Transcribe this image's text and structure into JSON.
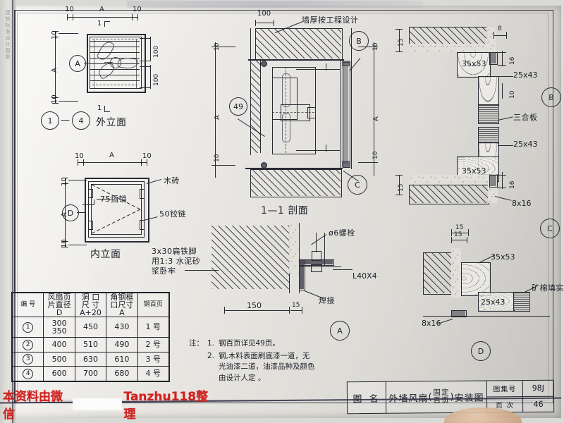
{
  "document": {
    "type": "scanned-architectural-drawing",
    "paper_tone": "#ece9e4",
    "ink": "#22222c"
  },
  "views": {
    "exterior": {
      "bubble_left": "1",
      "bubble_right": "4",
      "dash": "—",
      "title": "外立面",
      "dim_top_left": "10",
      "dim_top_mid": "A",
      "dim_top_right": "10",
      "dim_left_top": "10",
      "dim_left_mid": "A",
      "dim_left_bot": "10",
      "dim_right_top": "100",
      "dim_right_bot": "100",
      "section_mark_top": "1",
      "section_mark_bottom": "1",
      "detail_bubble": "A"
    },
    "interior": {
      "title": "内立面",
      "dim_top_left": "10",
      "dim_top_mid": "A",
      "dim_top_right": "10",
      "dim_left_top": "10",
      "dim_left_mid": "A",
      "dim_left_bot": "10",
      "detail_bubble": "D",
      "label_brick": "木砖",
      "label_bolt": "75插销",
      "label_hinge": "50铰链",
      "note_foot_1": "3x30扁铁脚",
      "note_foot_2": "用1:3 水泥砂",
      "note_foot_3": "浆卧牢"
    },
    "section": {
      "title": "1—1 剖面",
      "dim_wall": "100",
      "label_wall": "墙厚按工程设计",
      "ref_page": "49",
      "dim_left_top": "10",
      "dim_left_mid": "A",
      "dim_left_bot": "10",
      "dim_right_top": "10",
      "dim_right_mid": "A",
      "dim_right_bot": "10",
      "bubble_b": "B",
      "bubble_c": "C"
    },
    "detail_a": {
      "bubble": "A",
      "label_bolt": "ø6螺栓",
      "label_angle": "L40X4",
      "label_weld": "焊接",
      "dim_150": "150",
      "dim_15": "15"
    },
    "detail_b": {
      "bubble": "B",
      "dim_8": "8",
      "dim_15": "15",
      "dim_16": "16",
      "dim_10": "10",
      "label_frame": "35x53",
      "label_sash": "25x43",
      "label_ply": "三合板"
    },
    "detail_c": {
      "bubble": "C",
      "dim_15_left": "15",
      "dim_16": "16",
      "dim_15_bottom": "15",
      "label_sash": "25x43",
      "label_frame": "35x53",
      "label_anchor": "8x16"
    },
    "detail_d": {
      "bubble": "D",
      "dim_15": "15",
      "label_frame": "35x53",
      "label_sash": "25x43",
      "label_anchor": "8x16",
      "label_wool": "矿棉填实"
    }
  },
  "table": {
    "headers": [
      "编 号",
      "风扇页\n片直径\nD",
      "洞 口\n尺 寸\nA+20",
      "角钢框\n口尺寸\nA",
      "钢百页"
    ],
    "header_parts": {
      "no": "编  号",
      "fan_l1": "风扇页",
      "fan_l2": "片直径",
      "fan_l3": "D",
      "open_l1": "洞  口",
      "open_l2": "尺  寸",
      "open_l3": "A+20",
      "frame_l1": "角钢框",
      "frame_l2": "口尺寸",
      "frame_l3": "A",
      "louver": "钢百页"
    },
    "rows": [
      {
        "no": "1",
        "diameter": "300\n350",
        "d1": "300",
        "d2": "350",
        "opening": "450",
        "frame": "430",
        "louver": "1  号"
      },
      {
        "no": "2",
        "diameter": "400",
        "d1": "400",
        "d2": "",
        "opening": "510",
        "frame": "490",
        "louver": "2  号"
      },
      {
        "no": "3",
        "diameter": "500",
        "d1": "500",
        "d2": "",
        "opening": "630",
        "frame": "610",
        "louver": "3  号"
      },
      {
        "no": "4",
        "diameter": "600",
        "d1": "600",
        "d2": "",
        "opening": "700",
        "frame": "680",
        "louver": "4  号"
      }
    ]
  },
  "notes": {
    "label": "注：",
    "items": [
      {
        "num": "1.",
        "lines": [
          "钢百页详见49页。"
        ]
      },
      {
        "num": "2.",
        "lines": [
          "钢,木料表面刷底漆一道，无",
          "光油漆二道，油漆品种及颜色",
          "由设计人定 。"
        ]
      }
    ]
  },
  "title_block": {
    "name_label": "图 名",
    "name_main_1": "外墙风扇",
    "name_paren_top": "固定",
    "name_paren_bottom": "百页",
    "name_main_2": "安装图",
    "atlas_label": "图集号",
    "atlas_value": "98J",
    "page_label": "页  次",
    "page_value": "46"
  },
  "watermark": {
    "prefix": "本资料由微信",
    "suffix": "Tanzhu118整理",
    "color": "#d0211f"
  },
  "binding": {
    "vertical_text": "建筑标准设计图集"
  }
}
